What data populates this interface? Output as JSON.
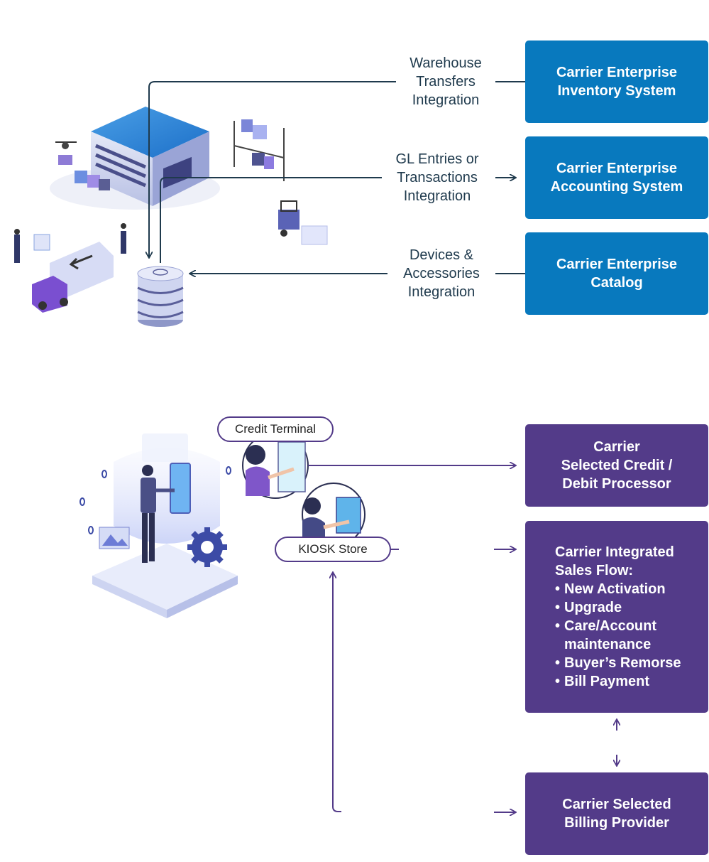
{
  "top_section": {
    "labels": {
      "warehouse": [
        "Warehouse",
        "Transfers",
        "Integration"
      ],
      "gl": [
        "GL Entries or",
        "Transactions",
        "Integration"
      ],
      "devices": [
        "Devices &",
        "Accessories",
        "Integration"
      ]
    },
    "boxes": {
      "inventory": [
        "Carrier Enterprise",
        "Inventory System"
      ],
      "accounting": [
        "Carrier Enterprise",
        "Accounting System"
      ],
      "catalog": [
        "Carrier Enterprise",
        "Catalog"
      ]
    }
  },
  "bottom_section": {
    "pills": {
      "credit_terminal": "Credit Terminal",
      "kiosk_store": "KIOSK Store"
    },
    "boxes": {
      "processor": [
        "Carrier",
        "Selected Credit /",
        "Debit Processor"
      ],
      "sales_flow_title": [
        "Carrier Integrated",
        "Sales Flow:"
      ],
      "sales_flow_items": [
        "New Activation",
        "Upgrade",
        "Care/Account maintenance",
        "Buyer’s Remorse",
        "Bill Payment"
      ],
      "billing": [
        "Carrier Selected",
        "Billing Provider"
      ]
    }
  },
  "colors": {
    "blue_box": "#0879be",
    "purple_box": "#533b89",
    "top_line": "#1f3a4d",
    "bottom_line": "#533b89"
  }
}
